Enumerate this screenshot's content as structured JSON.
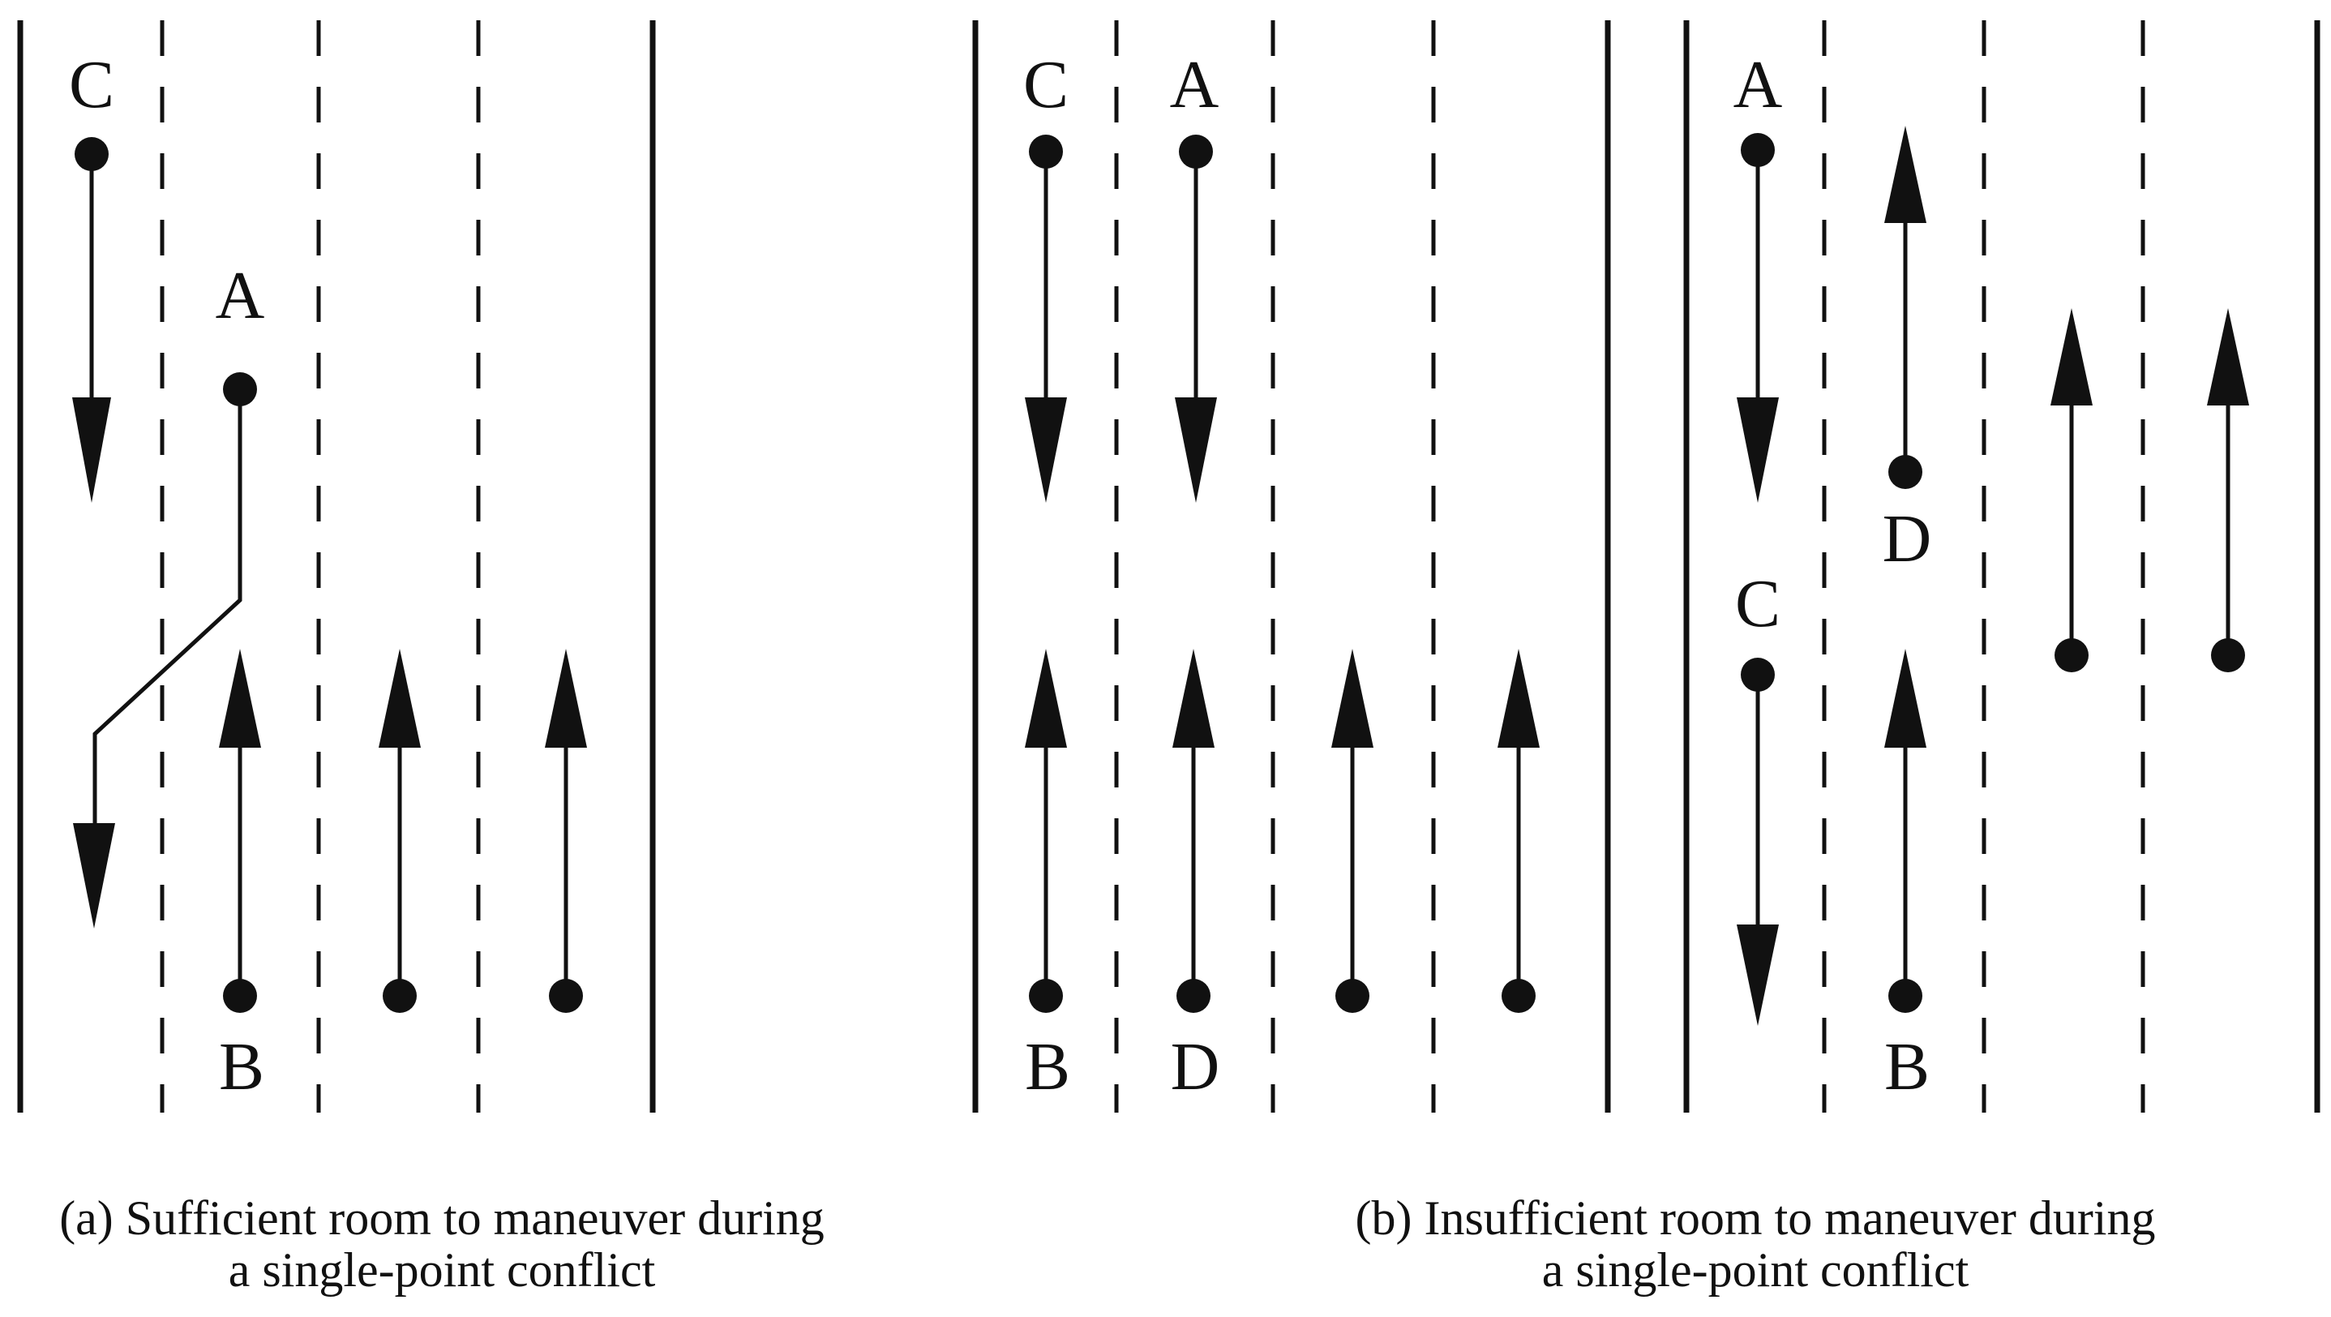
{
  "diagram": {
    "colors": {
      "ink": "#111111",
      "background": "#ffffff"
    },
    "panel_a": {
      "caption_line1": "(a) Sufficient room to maneuver during",
      "caption_line2": "a single-point conflict",
      "labels": {
        "c": "C",
        "a": "A",
        "b": "B"
      }
    },
    "panel_b_left": {
      "labels": {
        "c": "C",
        "a": "A",
        "b": "B",
        "d": "D"
      }
    },
    "panel_b_right": {
      "labels": {
        "a": "A",
        "d": "D",
        "c": "C",
        "b": "B"
      }
    },
    "panel_b": {
      "caption_line1": "(b) Insufficient room to maneuver during",
      "caption_line2": "a single-point conflict"
    }
  }
}
